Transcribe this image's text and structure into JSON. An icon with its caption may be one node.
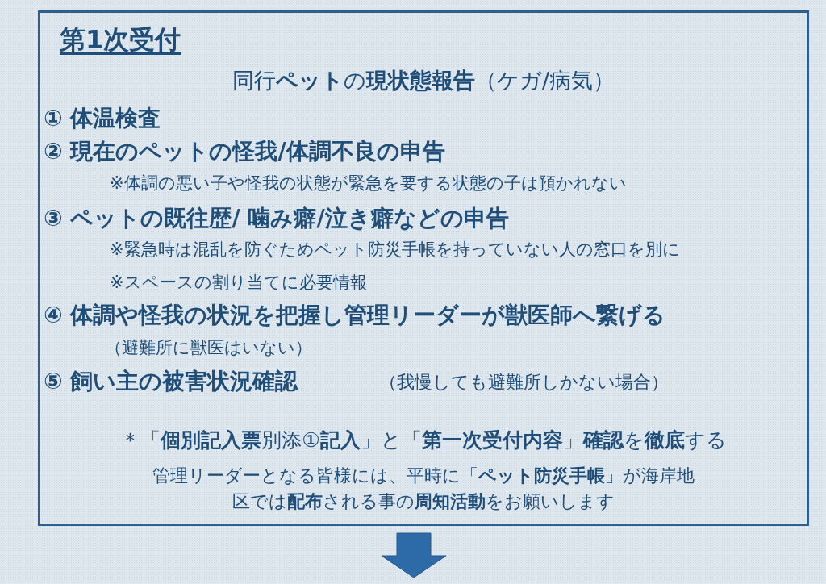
{
  "diagram": {
    "nodes": [
      {
        "text": [
          "第1次受付",
          "同行**ペット**の**現状態報告**（ケガ/病気）",
          "① 体温検査",
          "② 現在のペットの怪我/体調不良の申告",
          "※体調の悪い子や怪我の状態が緊急を要する状態の子は預かれない",
          "③ ペットの既往歴/ 噛み癖/泣き癖などの申告",
          "※緊急時は混乱を防ぐためペット防災手帳を持っていない人の窓口を別に",
          "※スペースの割り当てに必要情報",
          "④ 体調や怪我の状況を把握し管理リーダーが獣医師へ繋げる",
          "（避難所に獣医はいない）",
          "⑤ 飼い主の被害状況確認",
          "（我慢しても避難所しかない場合）",
          "＊「**個別記入票**別添①**記入**」と「**第一次受付内容**」**確認**を**徹底**する",
          "管理リーダーとなる皆様には、平時に「**ペット防災手帳**」が海岸地区では**配布**される事の**周知活動**をお願いします"
        ]
      }
    ]
  }
}
